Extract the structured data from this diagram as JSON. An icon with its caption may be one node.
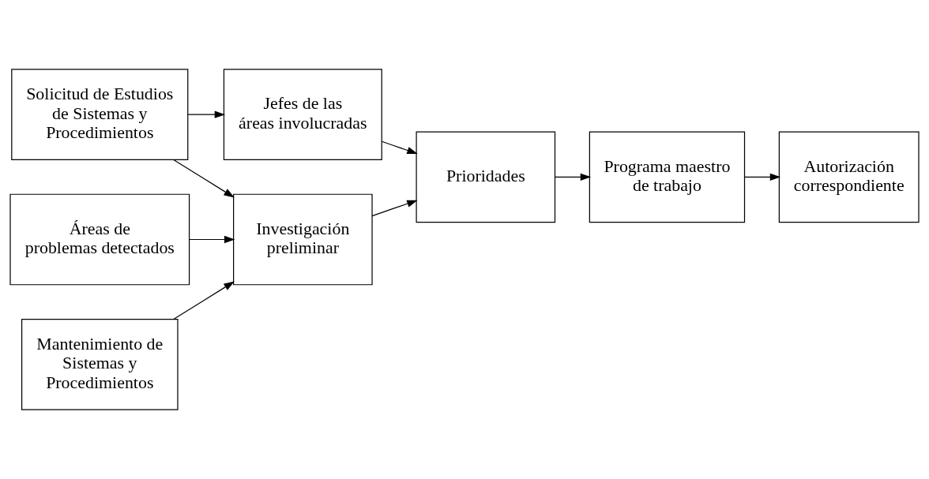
{
  "diagram": {
    "nodes": [
      {
        "text": [
          "Solicitud de Estudios de Sistemas y Procedimientos"
        ]
      },
      {
        "text": [
          "Jefes de las áreas involucradas"
        ]
      },
      {
        "text": [
          "Áreas de problemas detectados"
        ]
      },
      {
        "text": [
          "Investigación preliminar"
        ]
      },
      {
        "text": [
          "Prioridades"
        ]
      },
      {
        "text": [
          "Programa maestro de trabajo"
        ]
      },
      {
        "text": [
          "Autorización correspondiente"
        ]
      },
      {
        "text": [
          "Mantenimiento de Sistemas y Procedimientos"
        ]
      }
    ],
    "edges": [
      {
        "from": 0,
        "to": 1,
        "arrow": "to"
      },
      {
        "from": 0,
        "to": 3,
        "arrow": "to"
      },
      {
        "from": 1,
        "to": 4,
        "arrow": "to"
      },
      {
        "from": 2,
        "to": 3,
        "arrow": "to"
      },
      {
        "from": 3,
        "to": 4,
        "arrow": "to"
      },
      {
        "from": 4,
        "to": 5,
        "arrow": "to"
      },
      {
        "from": 5,
        "to": 6,
        "arrow": "to"
      },
      {
        "from": 7,
        "to": 3,
        "arrow": "to"
      }
    ]
  }
}
